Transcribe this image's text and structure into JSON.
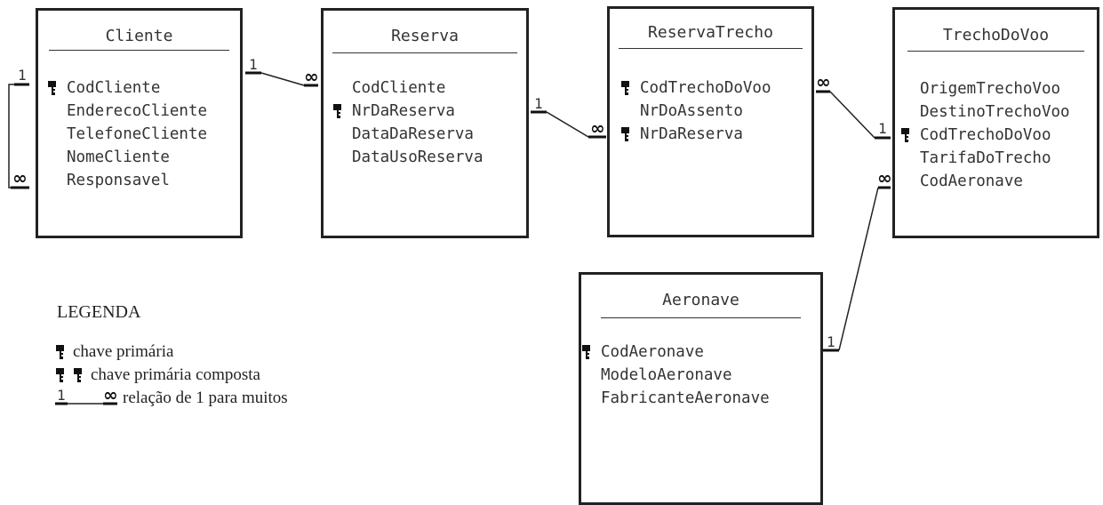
{
  "tables": {
    "cliente": {
      "title": "Cliente",
      "fields": [
        {
          "name": "CodCliente",
          "pk": true
        },
        {
          "name": "EnderecoCliente",
          "pk": false
        },
        {
          "name": "TelefoneCliente",
          "pk": false
        },
        {
          "name": "NomeCliente",
          "pk": false
        },
        {
          "name": "Responsavel",
          "pk": false
        }
      ]
    },
    "reserva": {
      "title": "Reserva",
      "fields": [
        {
          "name": "CodCliente",
          "pk": false
        },
        {
          "name": "NrDaReserva",
          "pk": true
        },
        {
          "name": "DataDaReserva",
          "pk": false
        },
        {
          "name": "DataUsoReserva",
          "pk": false
        }
      ]
    },
    "reservatrecho": {
      "title": "ReservaTrecho",
      "fields": [
        {
          "name": "CodTrechoDoVoo",
          "pk": true
        },
        {
          "name": "NrDoAssento",
          "pk": false
        },
        {
          "name": "NrDaReserva",
          "pk": true
        }
      ]
    },
    "trecho": {
      "title": "TrechoDoVoo",
      "fields": [
        {
          "name": "OrigemTrechoVoo",
          "pk": false
        },
        {
          "name": "DestinoTrechoVoo",
          "pk": false
        },
        {
          "name": "CodTrechoDoVoo",
          "pk": true
        },
        {
          "name": "TarifaDoTrecho",
          "pk": false
        },
        {
          "name": "CodAeronave",
          "pk": false
        }
      ]
    },
    "aeronave": {
      "title": "Aeronave",
      "fields": [
        {
          "name": "CodAeronave",
          "pk": true
        },
        {
          "name": "ModeloAeronave",
          "pk": false
        },
        {
          "name": "FabricanteAeronave",
          "pk": false
        }
      ]
    }
  },
  "cardinality": {
    "one": "1",
    "many": "∞"
  },
  "legend": {
    "title": "LEGENDA",
    "primary_key": "chave primária",
    "composite_key": "chave primária composta",
    "one_to_many": "relação de 1 para muitos",
    "sample_one": "1",
    "sample_many": "∞"
  }
}
